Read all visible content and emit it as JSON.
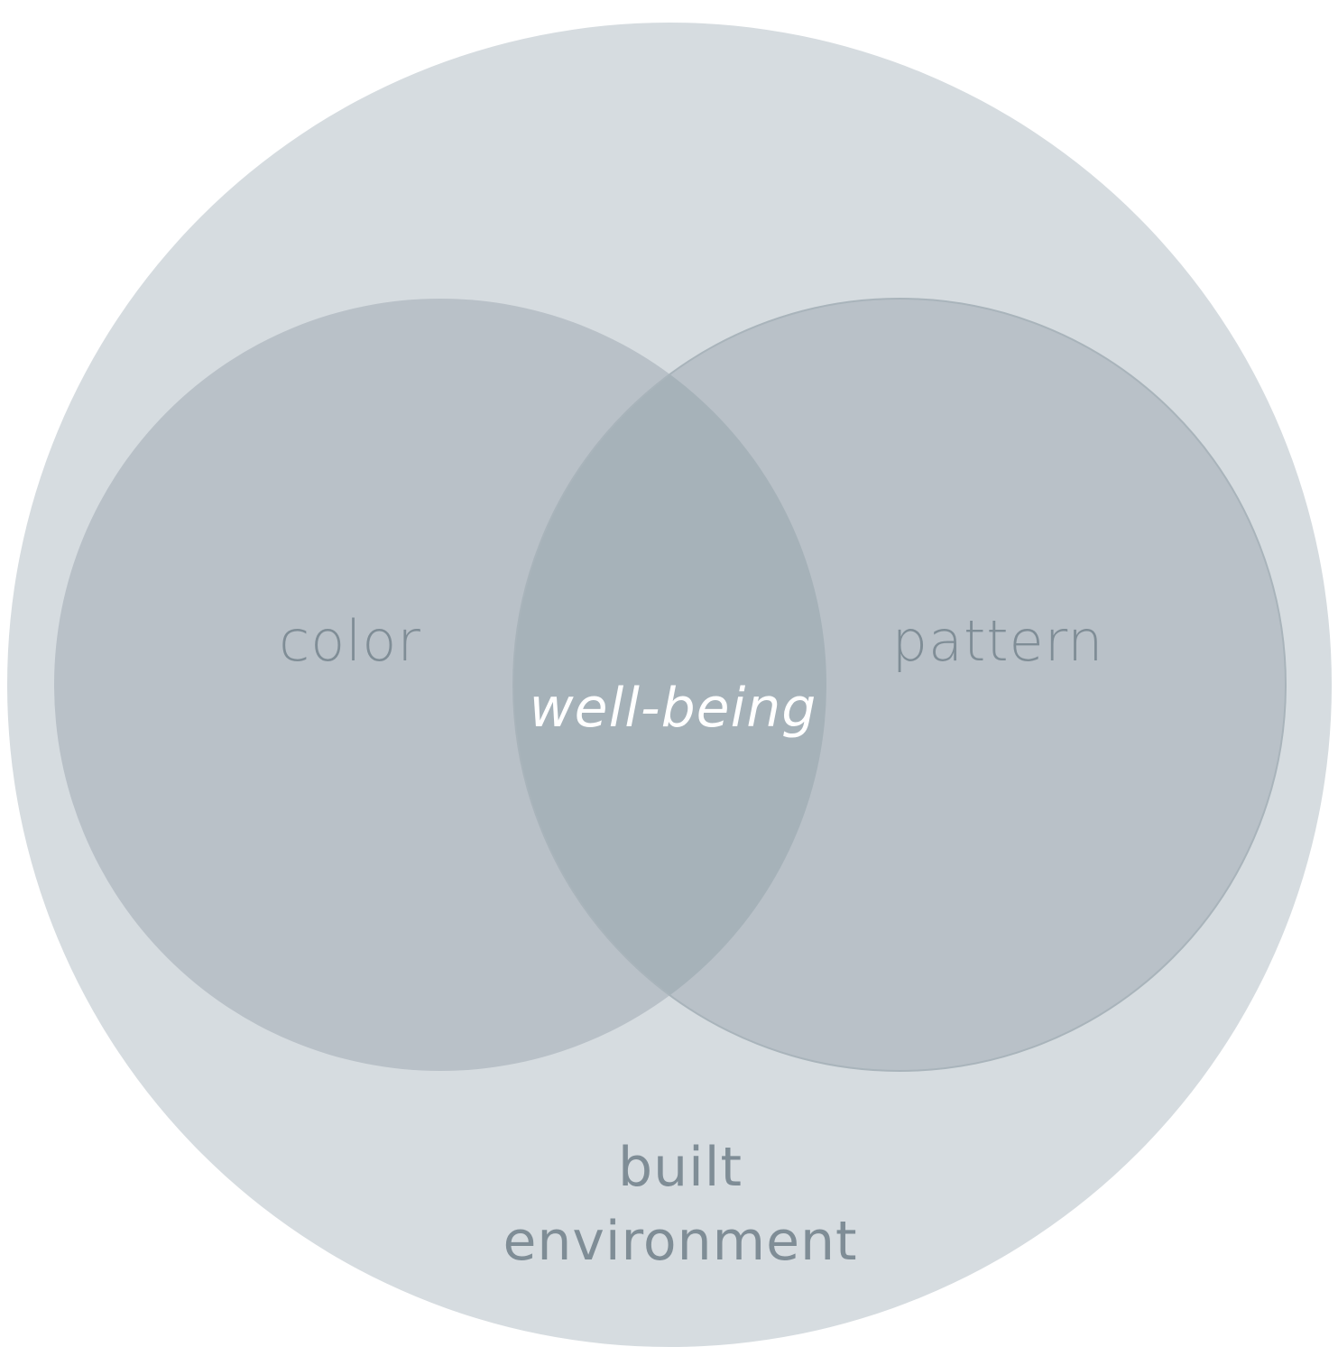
{
  "diagram": {
    "outer_label_line1": "built",
    "outer_label_line2": "environment",
    "left_label": "color",
    "right_label": "pattern",
    "center_label": "well-being"
  },
  "colors": {
    "background": "#ffffff",
    "outer_fill": "#d6dce0",
    "circle_fill": "#b9c1c8",
    "overlap_fill": "#a6b2b9",
    "circle_stroke": "#a9b4bb",
    "label_text": "#7f8d96",
    "center_text": "#ffffff"
  }
}
